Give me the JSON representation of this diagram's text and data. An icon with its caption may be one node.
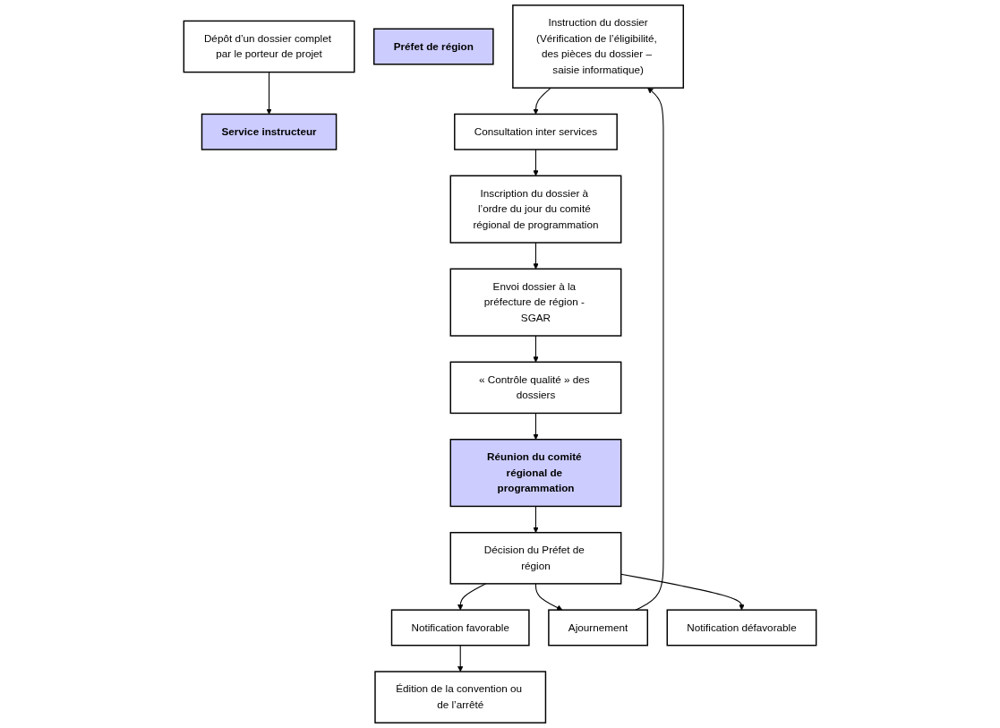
{
  "diagram": {
    "nodes": [
      {
        "text": [
          "Dépôt d’un dossier complet par le porteur de projet"
        ]
      },
      {
        "text": [
          "Service instructeur"
        ]
      },
      {
        "text": [
          "Préfet de région"
        ]
      },
      {
        "text": [
          "Instruction du dossier",
          "(Vérification de l’éligibilité, des pièces du dossier – saisie informatique)"
        ]
      },
      {
        "text": [
          "Consultation inter services"
        ]
      },
      {
        "text": [
          "Inscription du dossier à l’ordre du jour du comité régional de programmation"
        ]
      },
      {
        "text": [
          "Envoi dossier à la préfecture de région - SGAR"
        ]
      },
      {
        "text": [
          "« Contrôle qualité » des dossiers"
        ]
      },
      {
        "text": [
          "Réunion du comité régional de programmation"
        ]
      },
      {
        "text": [
          "Décision du Préfet de région"
        ]
      },
      {
        "text": [
          "Notification favorable"
        ]
      },
      {
        "text": [
          "Ajournement"
        ]
      },
      {
        "text": [
          "Notification défavorable"
        ]
      },
      {
        "text": [
          "Édition de la convention ou de l’arrêté"
        ]
      }
    ],
    "edges": [
      {
        "from": 0,
        "to": 1,
        "arrow": "to"
      },
      {
        "from": 3,
        "to": 4,
        "arrow": "to"
      },
      {
        "from": 4,
        "to": 5,
        "arrow": "to"
      },
      {
        "from": 5,
        "to": 6,
        "arrow": "to"
      },
      {
        "from": 6,
        "to": 7,
        "arrow": "to"
      },
      {
        "from": 7,
        "to": 8,
        "arrow": "to"
      },
      {
        "from": 8,
        "to": 9,
        "arrow": "to"
      },
      {
        "from": 9,
        "to": 10,
        "arrow": "to"
      },
      {
        "from": 9,
        "to": 11,
        "arrow": "to"
      },
      {
        "from": 9,
        "to": 12,
        "arrow": "to"
      },
      {
        "from": 10,
        "to": 13,
        "arrow": "to"
      },
      {
        "from": 11,
        "to": 3,
        "arrow": "to"
      }
    ]
  }
}
